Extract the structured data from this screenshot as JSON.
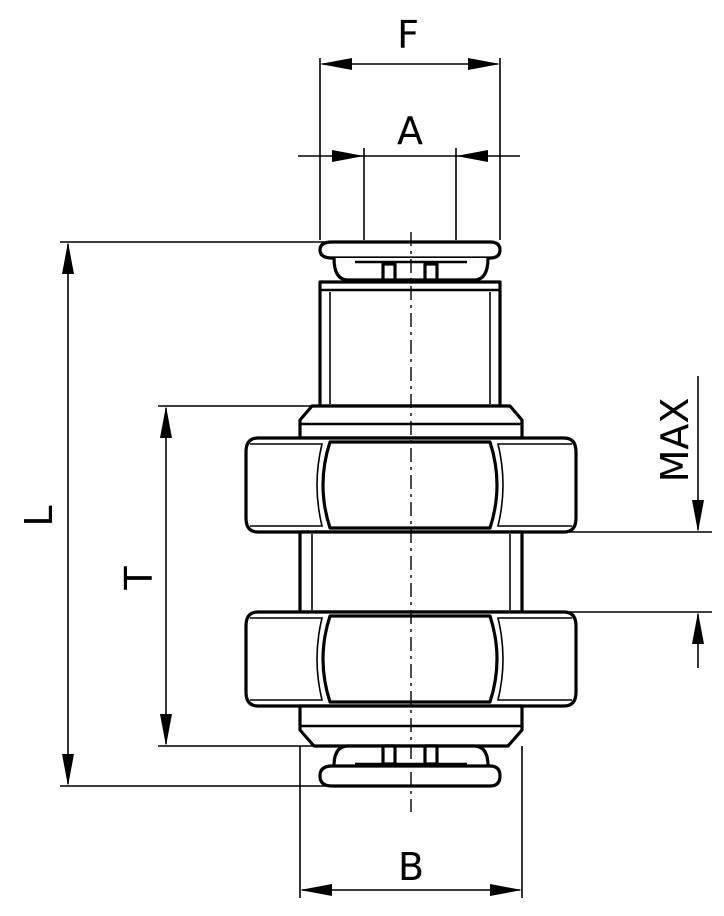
{
  "diagram": {
    "dimensions": {
      "F": "F",
      "A": "A",
      "L": "L",
      "T": "T",
      "B": "B",
      "max": "MAX"
    }
  }
}
